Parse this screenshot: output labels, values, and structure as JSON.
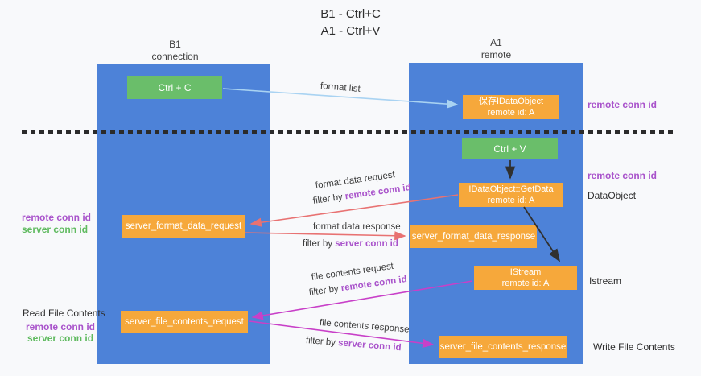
{
  "title": {
    "line1": "B1 - Ctrl+C",
    "line2": "A1 - Ctrl+V"
  },
  "columns": {
    "left": {
      "title": "B1",
      "subtitle": "connection"
    },
    "right": {
      "title": "A1",
      "subtitle": "remote"
    }
  },
  "boxes": {
    "ctrl_c": "Ctrl + C",
    "ctrl_v": "Ctrl + V",
    "save_dataobject": {
      "line1": "保存IDataObject",
      "line2": "remote id: A"
    },
    "getdata": {
      "line1": "IDataObject::GetData",
      "line2": "remote id: A"
    },
    "istream": {
      "line1": "IStream",
      "line2": "remote id: A"
    },
    "server_format_data_request": "server_format_data_request",
    "server_format_data_response": "server_format_data_response",
    "server_file_contents_request": "server_file_contents_request",
    "server_file_contents_response": "server_file_contents_response"
  },
  "arrow_labels": {
    "format_list": "format list",
    "format_data_request": "format data request",
    "format_data_response": "format data response",
    "file_contents_request": "file contents request",
    "file_contents_response": "file contents response",
    "filter_by": "filter by ",
    "remote_conn_id": "remote conn id",
    "server_conn_id": "server conn id"
  },
  "side_labels": {
    "right_top_remote": "remote conn id",
    "right_mid_remote": "remote conn id",
    "dataobject": "DataObject",
    "istream": "Istream",
    "write_file_contents": "Write File Contents",
    "read_file_contents": "Read File Contents",
    "left_mid_remote": "remote conn id",
    "left_mid_server": "server conn id",
    "left_bottom_remote": "remote conn id",
    "left_bottom_server": "server conn id"
  },
  "colors": {
    "column_blue": "#4d82d8",
    "box_green": "#6abe6a",
    "box_orange": "#f6a83b",
    "purple_text": "#a953cb",
    "green_text": "#5fba5f",
    "arrow_light_blue": "#a9d3f2",
    "arrow_red": "#e87272",
    "arrow_magenta": "#c840c8",
    "arrow_black": "#303030",
    "background": "#f8f9fb"
  }
}
